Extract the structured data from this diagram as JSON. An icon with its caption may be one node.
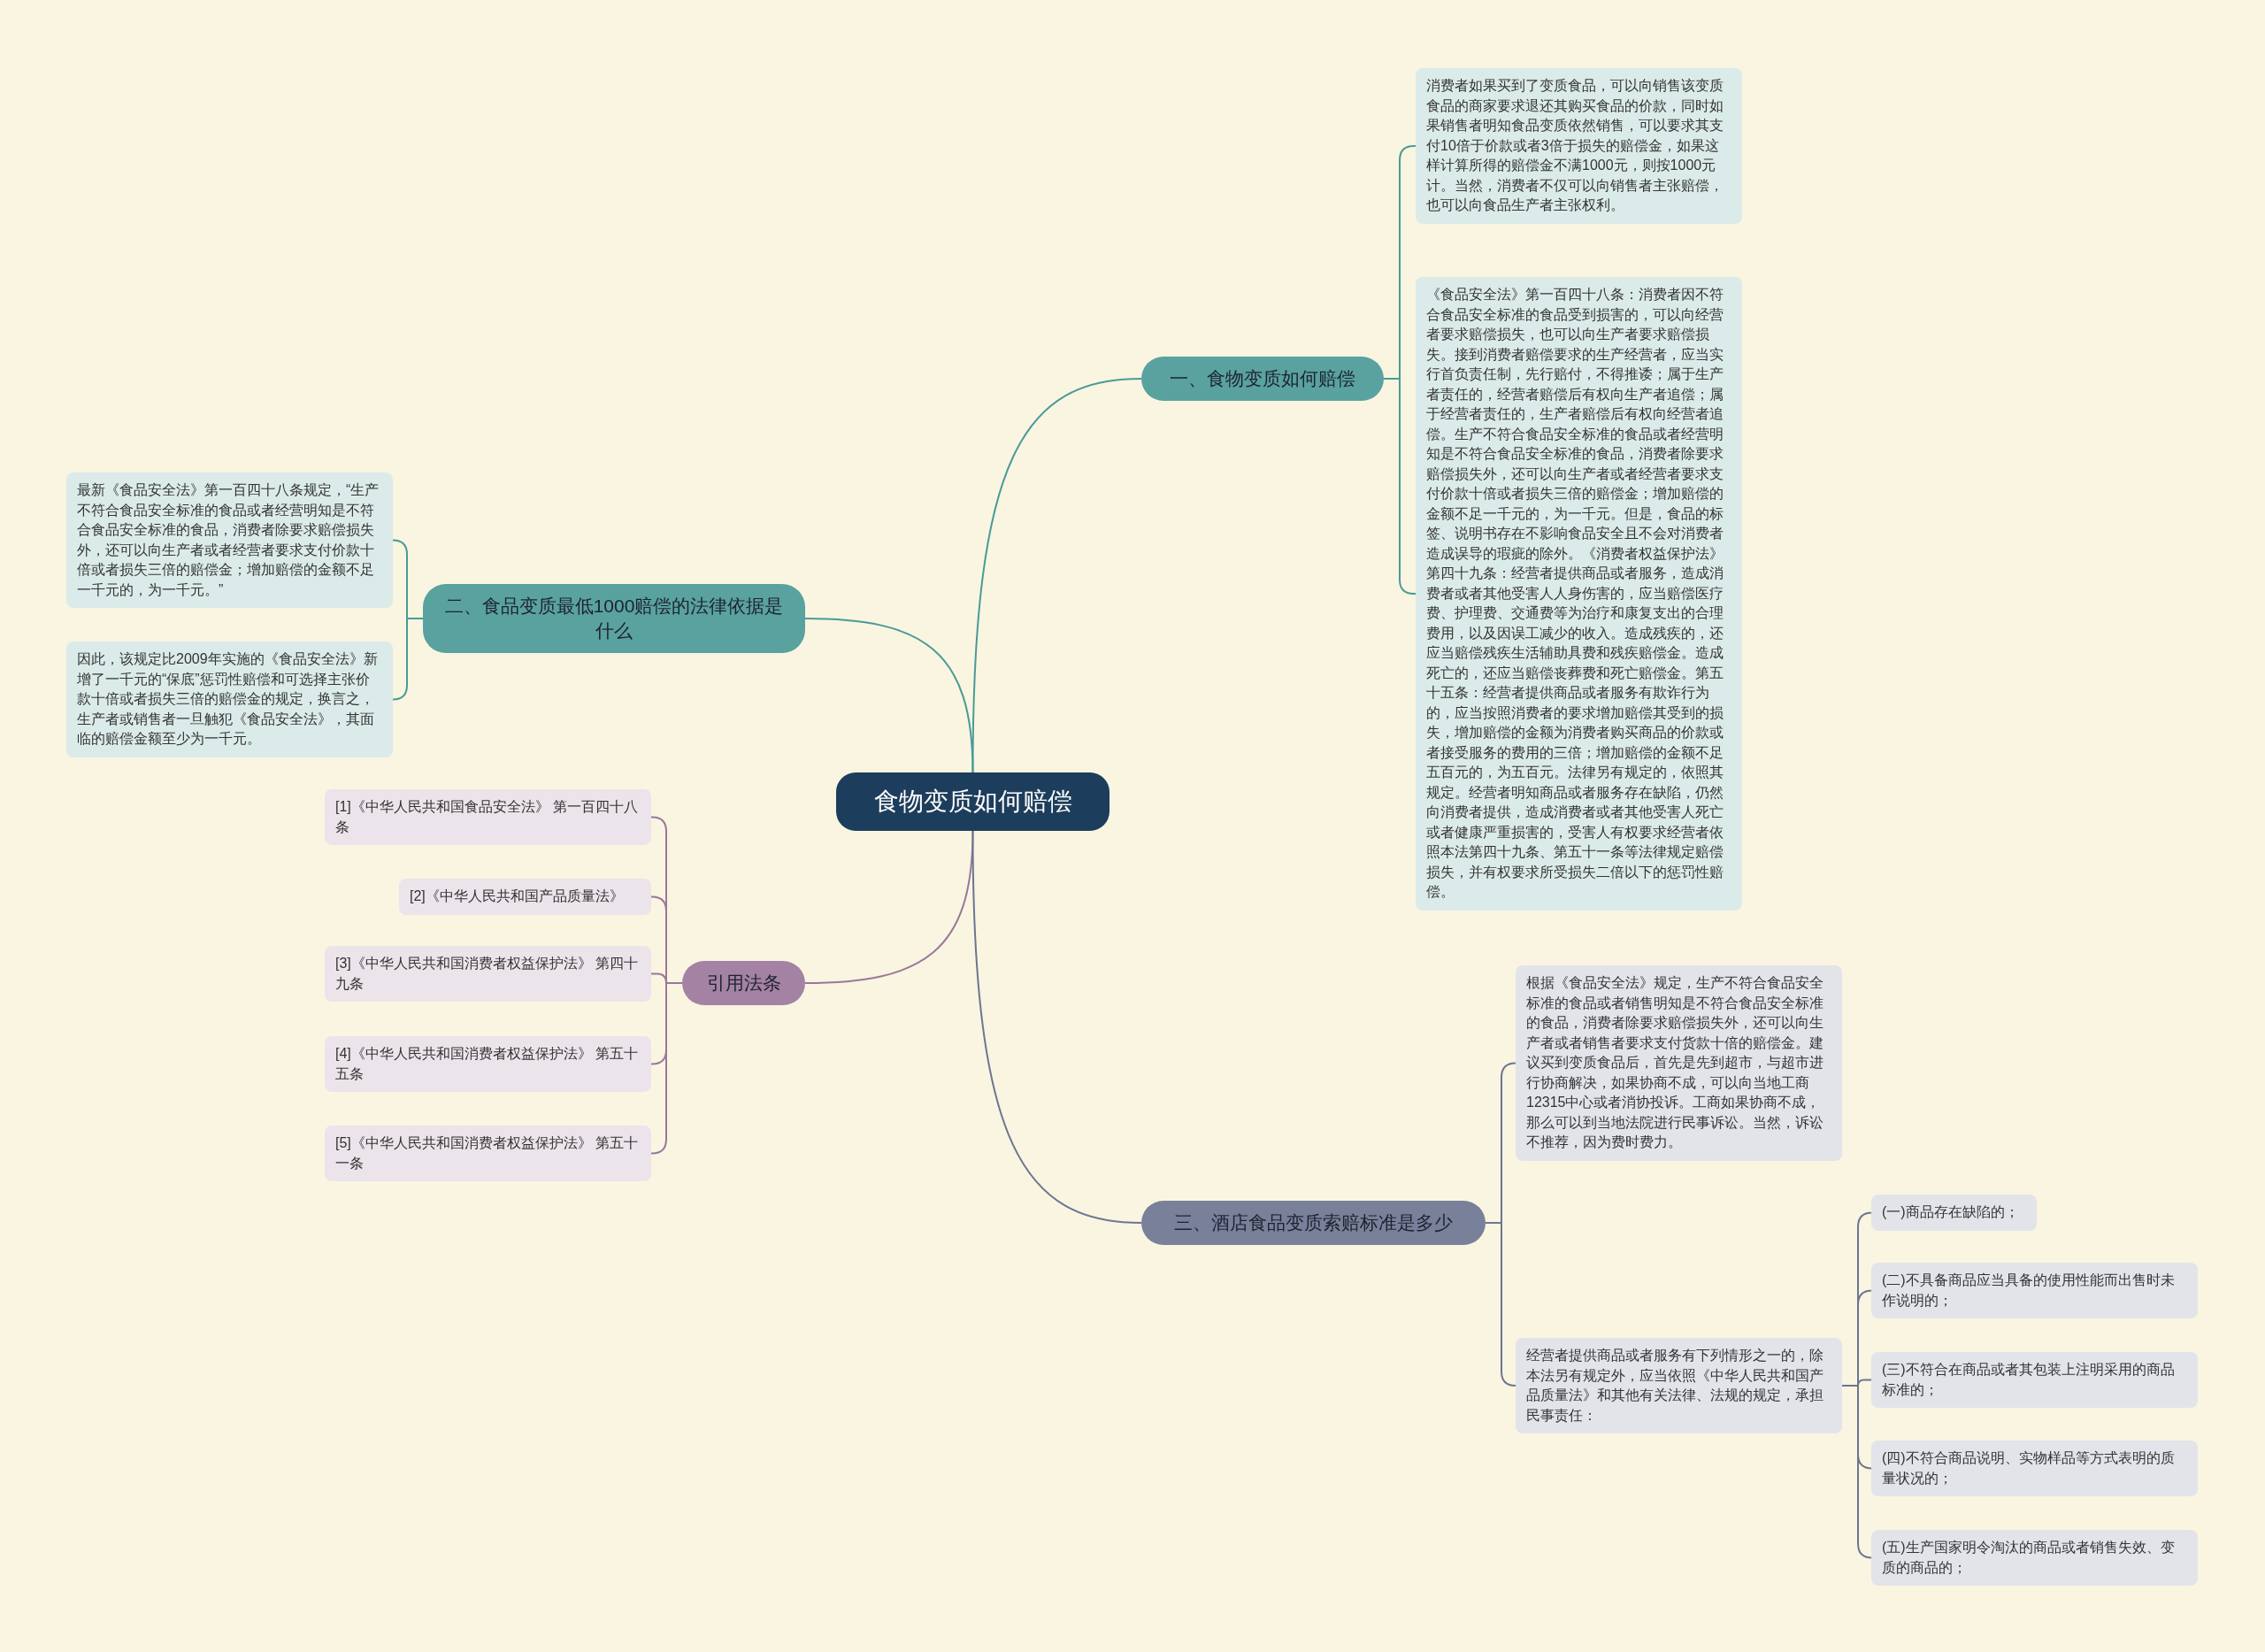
{
  "diagram": {
    "nodes": [
      {
        "text": [
          "食物变质如何赔偿"
        ]
      },
      {
        "text": [
          "一、食物变质如何赔偿"
        ]
      },
      {
        "text": [
          "消费者如果买到了变质食品，可以向销售该变质食品的商家要求退还其购买食品的价款，同时如果销售者明知食品变质依然销售，可以要求其支付10倍于价款或者3倍于损失的赔偿金，如果这样计算所得的赔偿金不满1000元，则按1000元计。当然，消费者不仅可以向销售者主张赔偿，也可以向食品生产者主张权利。"
        ]
      },
      {
        "text": [
          "《食品安全法》第一百四十八条：消费者因不符合食品安全标准的食品受到损害的，可以向经营者要求赔偿损失，也可以向生产者要求赔偿损失。接到消费者赔偿要求的生产经营者，应当实行首负责任制，先行赔付，不得推诿；属于生产者责任的，经营者赔偿后有权向生产者追偿；属于经营者责任的，生产者赔偿后有权向经营者追偿。生产不符合食品安全标准的食品或者经营明知是不符合食品安全标准的食品，消费者除要求赔偿损失外，还可以向生产者或者经营者要求支付价款十倍或者损失三倍的赔偿金；增加赔偿的金额不足一千元的，为一千元。但是，食品的标签、说明书存在不影响食品安全且不会对消费者造成误导的瑕疵的除外。《消费者权益保护法》第四十九条：经营者提供商品或者服务，造成消费者或者其他受害人人身伤害的，应当赔偿医疗费、护理费、交通费等为治疗和康复支出的合理费用，以及因误工减少的收入。造成残疾的，还应当赔偿残疾生活辅助具费和残疾赔偿金。造成死亡的，还应当赔偿丧葬费和死亡赔偿金。第五十五条：经营者提供商品或者服务有欺诈行为的，应当按照消费者的要求增加赔偿其受到的损失，增加赔偿的金额为消费者购买商品的价款或者接受服务的费用的三倍；增加赔偿的金额不足五百元的，为五百元。法律另有规定的，依照其规定。经营者明知商品或者服务存在缺陷，仍然向消费者提供，造成消费者或者其他受害人死亡或者健康严重损害的，受害人有权要求经营者依照本法第四十九条、第五十一条等法律规定赔偿损失，并有权要求所受损失二倍以下的惩罚性赔偿。"
        ]
      },
      {
        "text": [
          "二、食品变质最低1000赔偿的法律依据是什么"
        ]
      },
      {
        "text": [
          "最新《食品安全法》第一百四十八条规定，“生产不符合食品安全标准的食品或者经营明知是不符合食品安全标准的食品，消费者除要求赔偿损失外，还可以向生产者或者经营者要求支付价款十倍或者损失三倍的赔偿金；增加赔偿的金额不足一千元的，为一千元。”"
        ]
      },
      {
        "text": [
          "因此，该规定比2009年实施的《食品安全法》新增了一千元的“保底”惩罚性赔偿和可选择主张价款十倍或者损失三倍的赔偿金的规定，换言之，生产者或销售者一旦触犯《食品安全法》，其面临的赔偿金额至少为一千元。"
        ]
      },
      {
        "text": [
          "引用法条"
        ]
      },
      {
        "text": [
          "[1]《中华人民共和国食品安全法》 第一百四十八条"
        ]
      },
      {
        "text": [
          "[2]《中华人民共和国产品质量法》"
        ]
      },
      {
        "text": [
          "[3]《中华人民共和国消费者权益保护法》 第四十九条"
        ]
      },
      {
        "text": [
          "[4]《中华人民共和国消费者权益保护法》 第五十五条"
        ]
      },
      {
        "text": [
          "[5]《中华人民共和国消费者权益保护法》 第五十一条"
        ]
      },
      {
        "text": [
          "三、酒店食品变质索赔标准是多少"
        ]
      },
      {
        "text": [
          "根据《食品安全法》规定，生产不符合食品安全标准的食品或者销售明知是不符合食品安全标准的食品，消费者除要求赔偿损失外，还可以向生产者或者销售者要求支付货款十倍的赔偿金。建议买到变质食品后，首先是先到超市，与超市进行协商解决，如果协商不成，可以向当地工商12315中心或者消协投诉。工商如果协商不成，那么可以到当地法院进行民事诉讼。当然，诉讼不推荐，因为费时费力。"
        ]
      },
      {
        "text": [
          "经营者提供商品或者服务有下列情形之一的，除本法另有规定外，应当依照《中华人民共和国产品质量法》和其他有关法律、法规的规定，承担民事责任："
        ]
      },
      {
        "text": [
          "(一)商品存在缺陷的；"
        ]
      },
      {
        "text": [
          "(二)不具备商品应当具备的使用性能而出售时未作说明的；"
        ]
      },
      {
        "text": [
          "(三)不符合在商品或者其包装上注明采用的商品标准的；"
        ]
      },
      {
        "text": [
          "(四)不符合商品说明、实物样品等方式表明的质量状况的；"
        ]
      },
      {
        "text": [
          "(五)生产国家明令淘汰的商品或者销售失效、变质的商品的；"
        ]
      }
    ],
    "edges": [
      {
        "from": 0,
        "to": 1,
        "arrow": "none",
        "color": "#4b9a97"
      },
      {
        "from": 1,
        "to": 2,
        "arrow": "none",
        "color": "#4b9a97"
      },
      {
        "from": 1,
        "to": 3,
        "arrow": "none",
        "color": "#4b9a97"
      },
      {
        "from": 0,
        "to": 4,
        "arrow": "none",
        "color": "#4b9a97"
      },
      {
        "from": 4,
        "to": 5,
        "arrow": "none",
        "color": "#4b9a97"
      },
      {
        "from": 4,
        "to": 6,
        "arrow": "none",
        "color": "#4b9a97"
      },
      {
        "from": 0,
        "to": 7,
        "arrow": "none",
        "color": "#9b779c"
      },
      {
        "from": 7,
        "to": 8,
        "arrow": "none",
        "color": "#9b779c"
      },
      {
        "from": 7,
        "to": 9,
        "arrow": "none",
        "color": "#9b779c"
      },
      {
        "from": 7,
        "to": 10,
        "arrow": "none",
        "color": "#9b779c"
      },
      {
        "from": 7,
        "to": 11,
        "arrow": "none",
        "color": "#9b779c"
      },
      {
        "from": 7,
        "to": 12,
        "arrow": "none",
        "color": "#9b779c"
      },
      {
        "from": 0,
        "to": 13,
        "arrow": "none"
      },
      {
        "from": 13,
        "to": 14,
        "arrow": "none"
      },
      {
        "from": 13,
        "to": 15,
        "arrow": "none"
      },
      {
        "from": 15,
        "to": 16,
        "arrow": "none"
      },
      {
        "from": 15,
        "to": 17,
        "arrow": "none"
      },
      {
        "from": 15,
        "to": 18,
        "arrow": "none"
      },
      {
        "from": 15,
        "to": 19,
        "arrow": "none"
      },
      {
        "from": 15,
        "to": 20,
        "arrow": "none"
      }
    ]
  }
}
